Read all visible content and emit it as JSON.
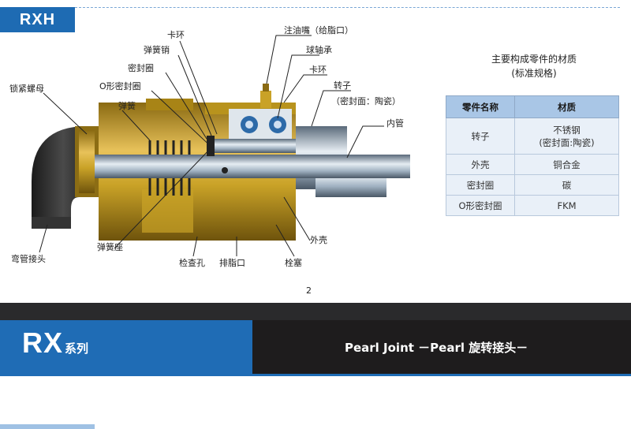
{
  "header": {
    "tag": "RXH"
  },
  "labels": {
    "kahuan_top": "卡环",
    "zhuyouzui": "注油嘴（给脂口）",
    "tanhuangxiao": "弹簧销",
    "qiuzhoucheng": "球轴承",
    "mifengquan": "密封圈",
    "kahuan_right": "卡环",
    "o_mifengquan": "O形密封圈",
    "zhuanzi": "转子",
    "zhuanzi_note": "（密封面：陶瓷）",
    "suojinluomu": "锁紧螺母",
    "tanhuang": "弹簧",
    "neiguan": "内管",
    "tanhuangzuo": "弹簧座",
    "waike": "外壳",
    "wanguanjietou": "弯管接头",
    "jianchakong": "检查孔",
    "paizhikou": "排脂口",
    "shuansai": "栓塞"
  },
  "spec": {
    "title": "主要构成零件的材质",
    "subtitle": "(标准规格)",
    "headers": [
      "零件名称",
      "材质"
    ],
    "rows": [
      [
        "转子",
        "不锈钢\n(密封面:陶瓷)"
      ],
      [
        "外壳",
        "铜合金"
      ],
      [
        "密封圈",
        "碳"
      ],
      [
        "O形密封圈",
        "FKM"
      ]
    ]
  },
  "page_number": "2",
  "band": {
    "series": "RX",
    "series_suffix": "系列",
    "subtitle": "Pearl Joint －Pearl 旋转接头－"
  },
  "colors": {
    "brand_blue": "#1f6cb5",
    "table_header": "#a9c6e6",
    "band_dark": "#1e1c1d",
    "brass": "#c9a227"
  }
}
